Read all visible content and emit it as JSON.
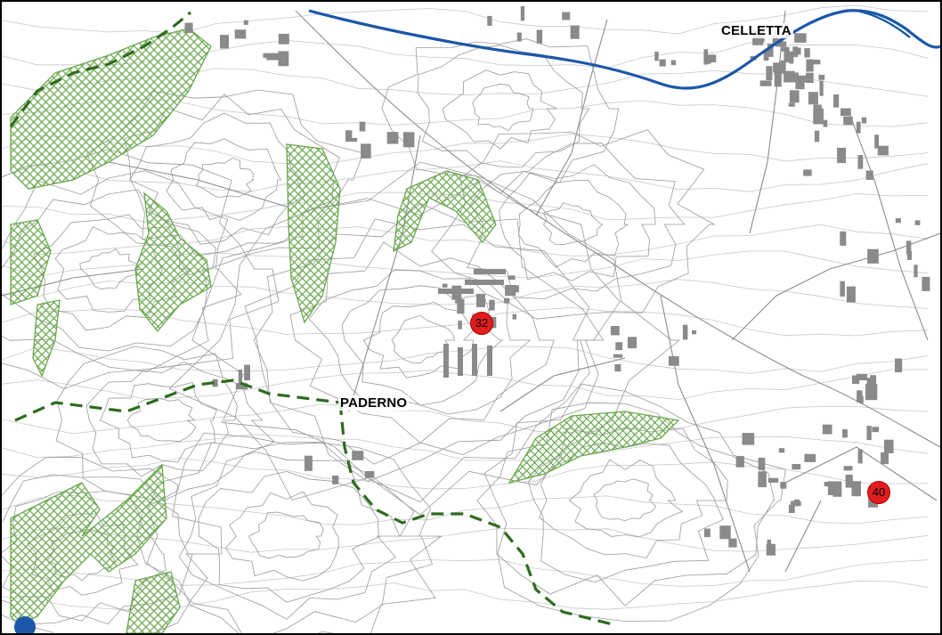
{
  "map": {
    "places": [
      {
        "id": "celletta",
        "label": "CELLETTA"
      },
      {
        "id": "paderno",
        "label": "PADERNO"
      }
    ],
    "markers": [
      {
        "id": "site-32",
        "label": "32"
      },
      {
        "id": "site-40",
        "label": "40"
      }
    ],
    "colors": {
      "contour": "#9a9a9a",
      "road": "#8c8c8c",
      "building": "#8a8a8a",
      "river": "#1b57a8",
      "woodland": "#6aa84f",
      "trail": "#2f6b1f",
      "marker": "#e21d1d",
      "frame": "#000000"
    }
  }
}
